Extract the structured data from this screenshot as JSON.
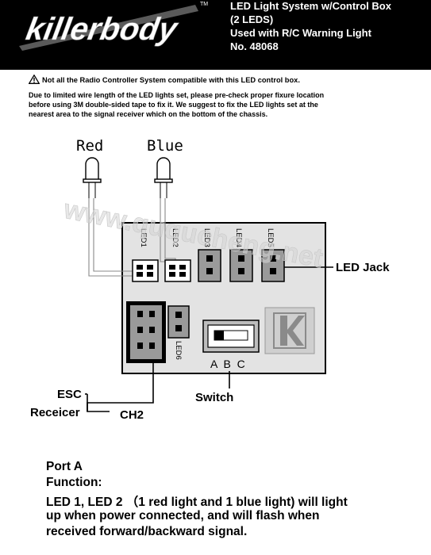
{
  "brand": {
    "logo_text": "killerbody",
    "trademark": "TM"
  },
  "header": {
    "title_lines": [
      "LED Light System w/Control Box",
      "(2 LEDS)",
      "Used with R/C Warning Light",
      "No. 48068"
    ]
  },
  "warning": {
    "icon": "warning-triangle-icon",
    "text": "Not all the Radio Controller System compatible with this LED control box."
  },
  "note": {
    "lines": [
      "Due to limited wire length of the LED lights set, please pre-check proper fixure location",
      "before using 3M double-sided tape to fix it. We suggest to fix the LED lights set at the",
      "nearest area to the signal receiver which on the bottom of the chassis."
    ]
  },
  "diagram": {
    "led_red_label": "Red",
    "led_blue_label": "Blue",
    "led_ports": [
      "LED1",
      "LED2",
      "LED3",
      "LED4",
      "LED5"
    ],
    "led6_label": "LED6",
    "led_jack_label": "LED Jack",
    "switch_positions": "A B C",
    "switch_label": "Switch",
    "esc_label": "ESC",
    "receiver_label": "Receicer",
    "ch2_label": "CH2",
    "watermark": "www.ququcheng.net",
    "colors": {
      "board": "#e3e3e3",
      "connector": "#9a9a9a",
      "header_bg": "#000000"
    }
  },
  "port_a": {
    "title": "Port A",
    "function_label": "Function:",
    "lines": [
      "LED 1, LED 2 （1 red light and 1 blue light) will light",
      "up when power connected, and will flash when",
      "received forward/backward signal."
    ]
  }
}
